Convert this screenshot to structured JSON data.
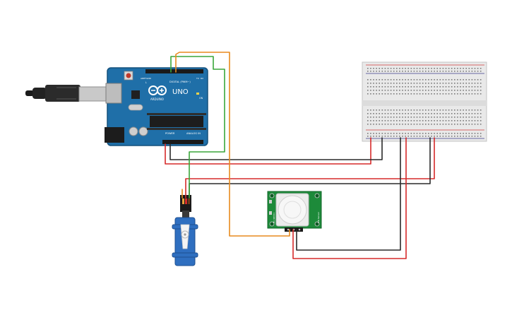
{
  "arduino": {
    "brand": "ARDUINO",
    "model": "UNO",
    "digital_label": "DIGITAL (PWM~)",
    "power_label": "POWER",
    "analog_label": "ANALOG IN",
    "aref": "AREF",
    "gnd": "GND",
    "tx": "TX",
    "rx": "RX",
    "on": "ON",
    "l": "L"
  },
  "pir": {
    "side_left": "HC-SR501",
    "side_right": "PIR Sensor"
  },
  "colors": {
    "board": "#1f6fa8",
    "wire_red": "#d62a2a",
    "wire_black": "#2a2a2a",
    "wire_green": "#3aa63a",
    "wire_orange": "#e88a1e",
    "pcb_green": "#1d8a3a",
    "servo_blue": "#2f6fc0"
  }
}
